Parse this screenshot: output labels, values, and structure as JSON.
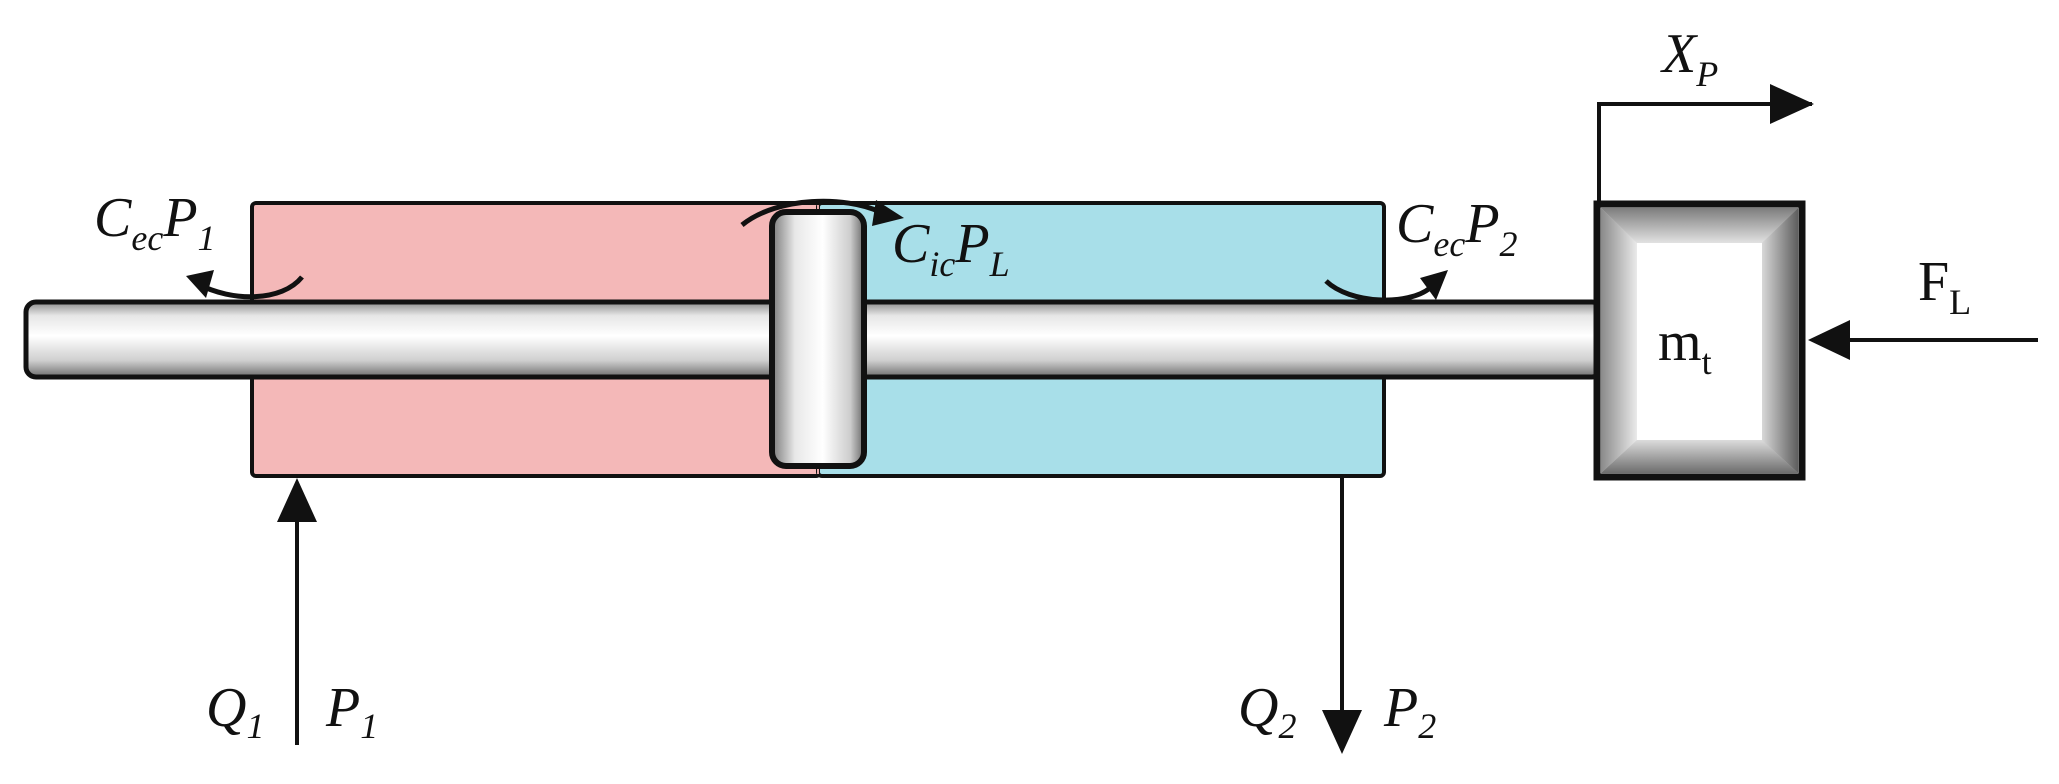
{
  "diagram": {
    "colors": {
      "chamber_left": "#f4b8b8",
      "chamber_right": "#a8dfe9",
      "outline": "#111111",
      "background": "#ffffff"
    },
    "labels": {
      "leak_ext_left": {
        "main": "C",
        "main_sub": "ec",
        "var": "P",
        "var_sub": "1"
      },
      "leak_int": {
        "main": "C",
        "main_sub": "ic",
        "var": "P",
        "var_sub": "L"
      },
      "leak_ext_right": {
        "main": "C",
        "main_sub": "ec",
        "var": "P",
        "var_sub": "2"
      },
      "displacement": {
        "main": "X",
        "main_sub": "P"
      },
      "mass": {
        "main": "m",
        "main_sub": "t"
      },
      "load_force": {
        "main": "F",
        "main_sub": "L"
      },
      "inlet_flow": {
        "main": "Q",
        "main_sub": "1"
      },
      "inlet_pressure": {
        "main": "P",
        "main_sub": "1"
      },
      "outlet_flow": {
        "main": "Q",
        "main_sub": "2"
      },
      "outlet_pressure": {
        "main": "P",
        "main_sub": "2"
      }
    }
  }
}
